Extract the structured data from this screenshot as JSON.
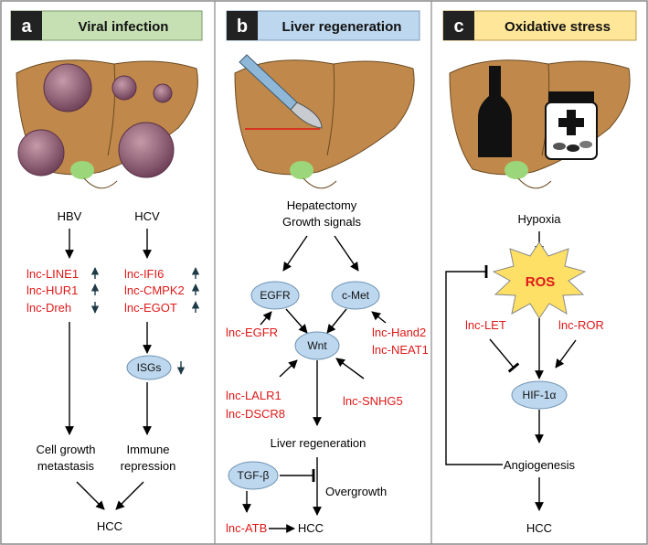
{
  "panels": {
    "a": {
      "letter": "a",
      "title": "Viral infection",
      "color": "#c6e0b4",
      "hbv": "HBV",
      "hcv": "HCV",
      "hbv_lncs": [
        "lnc-LINE1",
        "lnc-HUR1",
        "lnc-Dreh"
      ],
      "hbv_dirs": [
        "up",
        "up",
        "down"
      ],
      "hcv_lncs": [
        "lnc-IFI6",
        "lnc-CMPK2",
        "lnc-EGOT"
      ],
      "hcv_dirs": [
        "up",
        "up",
        "up"
      ],
      "isgs": "ISGs",
      "isgs_dir": "down",
      "cell_growth": [
        "Cell growth",
        "metastasis"
      ],
      "immune": [
        "Immune",
        "repression"
      ],
      "hcc": "HCC"
    },
    "b": {
      "letter": "b",
      "title": "Liver regeneration",
      "color": "#bdd7ee",
      "hepatectomy": [
        "Hepatectomy",
        "Growth signals"
      ],
      "egfr": "EGFR",
      "cmet": "c-Met",
      "wnt": "Wnt",
      "lnc_egfr": "lnc-EGFR",
      "lnc_hand2": "lnc-Hand2",
      "lnc_neat1": "lnc-NEAT1",
      "lnc_lalr1": "lnc-LALR1",
      "lnc_dscr8": "lnc-DSCR8",
      "lnc_snhg5": "lnc-SNHG5",
      "liver_reg": "Liver regeneration",
      "tgfb": "TGF-β",
      "overgrowth": "Overgrowth",
      "lnc_atb": "lnc-ATB",
      "hcc": "HCC"
    },
    "c": {
      "letter": "c",
      "title": "Oxidative stress",
      "color": "#ffe699",
      "hypoxia": "Hypoxia",
      "ros": "ROS",
      "lnc_let": "lnc-LET",
      "lnc_ror": "lnc-ROR",
      "hif": "HIF-1α",
      "angiogenesis": "Angiogenesis",
      "hcc": "HCC"
    }
  },
  "colors": {
    "lnc": "#e01818",
    "node_fill": "#bdd7ee",
    "liver": "#c0894b",
    "ros": "#ffe066"
  }
}
